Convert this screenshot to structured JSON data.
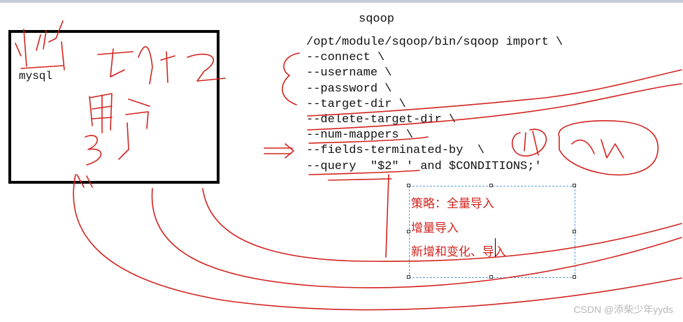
{
  "title": "sqoop",
  "db_label": "mysql",
  "code_lines": [
    "/opt/module/sqoop/bin/sqoop import \\",
    "--connect \\",
    "--username \\",
    "--password \\",
    "--target-dir \\",
    "--delete-target-dir \\",
    "--num-mappers \\",
    "--fields-terminated-by  \\",
    "--query  \"$2\" ' and $CONDITIONS;'"
  ],
  "strategy_lines": [
    "策略：全量导入",
    "增量导入",
    "新增和变化、导入"
  ],
  "watermark": "CSDN @添柴少年yyds",
  "colors": {
    "annotation": "#d2231e",
    "text": "#111111",
    "selection": "#5a9bd5"
  }
}
